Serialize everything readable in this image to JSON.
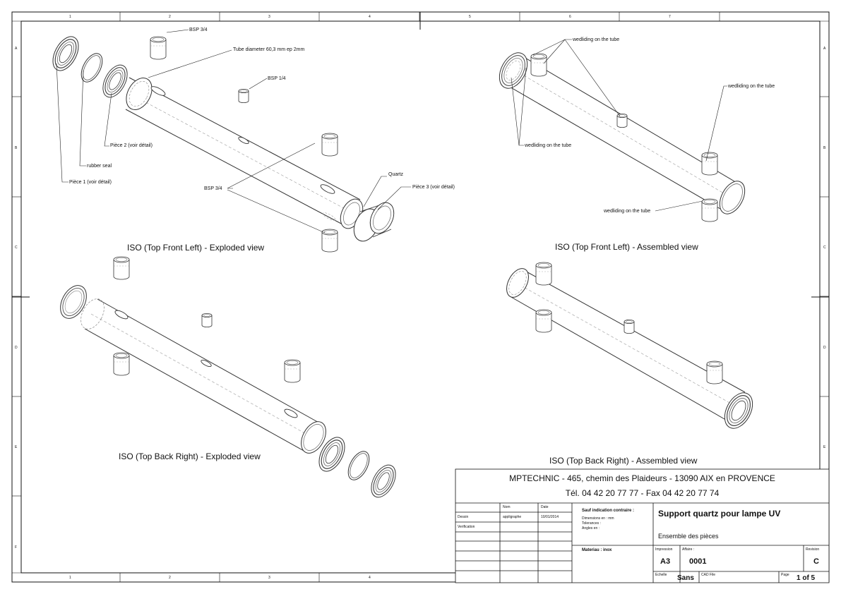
{
  "zones": {
    "columns_top": [
      "1",
      "2",
      "3",
      "4",
      "5",
      "6",
      "7"
    ],
    "columns_bottom": [
      "1",
      "2",
      "3",
      "4"
    ],
    "rows": [
      "A",
      "B",
      "C",
      "D",
      "E",
      "F"
    ]
  },
  "views": {
    "top_front_left_exploded": "ISO (Top Front Left) - Exploded view",
    "top_front_left_assembled": "ISO (Top Front Left) - Assembled view",
    "top_back_right_exploded": "ISO (Top Back Right) - Exploded view",
    "top_back_right_assembled": "ISO (Top Back Right) - Assembled view"
  },
  "callouts": {
    "bsp34_top": "BSP 3/4",
    "tube": "Tube diameter 60,3 mm ep 2mm",
    "bsp14": "BSP 1/4",
    "piece2": "Pièce 2 (voir détail)",
    "rubber": "rubber seal",
    "piece1": "Pièce 1 (voir détail)",
    "bsp34_mid": "BSP 3/4",
    "quartz": "Quartz",
    "piece3": "Pièce 3 (voir détail)",
    "weld_1": "wedliding on the tube",
    "weld_2": "wedliding on the tube",
    "weld_3": "wedliding on the tube",
    "weld_4": "wedliding on the tube"
  },
  "title_block": {
    "company": "MPTECHNIC - 465, chemin des Plaideurs - 13090 AIX en PROVENCE",
    "phone": "Tél. 04 42 20 77 77 - Fax 04 42 20 77 74",
    "col_nom": "Nom",
    "col_date": "Date",
    "row_dessin": "Dessin",
    "row_verif": "Verification",
    "dessin_nom": "appligraphe",
    "dessin_date": "10/01/2014",
    "sauf": "Sauf indication contraire :",
    "dims": "Dimensions en : mm",
    "tol": "Tolerances :",
    "angles": "Angles en :",
    "materiau": "Materiau : inox",
    "title": "Support quartz  pour lampe UV",
    "subtitle": "Ensemble des pièces",
    "impression_label": "Impression",
    "impression": "A3",
    "affaire_label": "Affaire :",
    "affaire": "0001",
    "revision_label": "Revision",
    "revision": "C",
    "echelle_label": "Echelle",
    "echelle": "Sans",
    "cad_label": "CAD File",
    "page_label": "Page",
    "page": "1 of 5"
  }
}
